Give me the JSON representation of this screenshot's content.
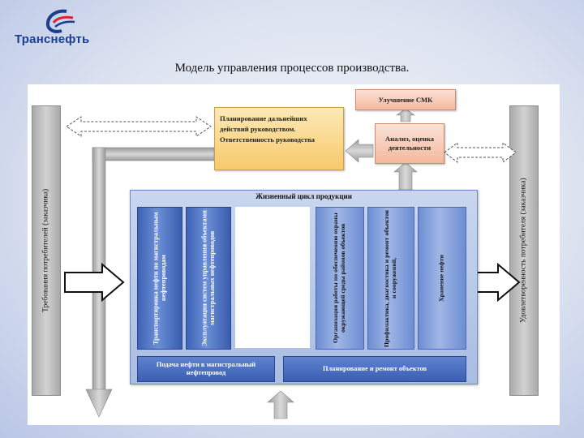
{
  "header": {
    "logo_text": "Транснефть",
    "logo_icon": "transneft-logo-icon",
    "title": "Модель управления процессов производства."
  },
  "diagram": {
    "left_bar_label": "Требования потребителей (заказчика)",
    "right_bar_label": "Удовлетворенность потребителя (заказчика)",
    "planning_box": [
      "Планирование дальнейших",
      "действий руководством.",
      "Ответственность руководства"
    ],
    "improvement_box": "Улучшение СМК",
    "analysis_box": "Анализ, оценка деятельности",
    "lifecycle_title": "Жизненный цикл продукции",
    "columns": {
      "transport": "Транспортировка нефти по магистральным нефтепроводам",
      "operation": "Эксплуатация систем управления объектами магистральных нефтепроводов",
      "environment": "Организация работы по обеспечению охраны окружающей среды районов объектов",
      "maintenance": "Профилактика, диагностика и ремонт объектов и сооружений,",
      "storage": "Хранение нефти"
    },
    "bottom_left_box": "Подача нефти в магистральный нефтепровод",
    "bottom_right_box": "Планирование и ремонт объектов"
  },
  "colors": {
    "brand_blue": "#1a3f8f",
    "brand_red": "#d7262e",
    "column_blue": "#3e63b5",
    "orange_box": "#f7c96a",
    "peach_box": "#f3b99f"
  }
}
